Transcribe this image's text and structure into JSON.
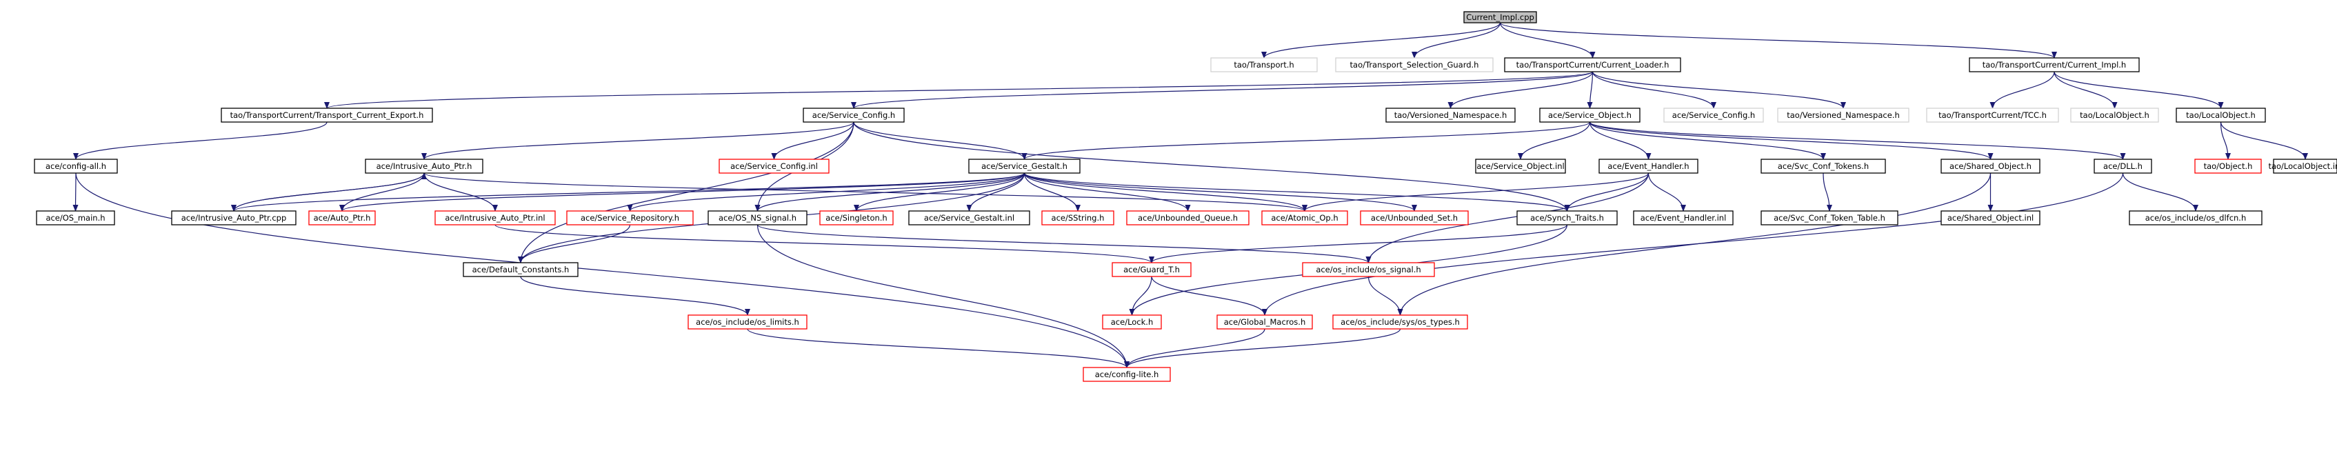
{
  "diagram": {
    "root": "n0",
    "nodes": [
      {
        "id": "n0",
        "label": "Current_Impl.cpp",
        "style": "root"
      },
      {
        "id": "n1",
        "label": "tao/Transport.h",
        "style": "grey"
      },
      {
        "id": "n2",
        "label": "tao/Transport_Selection_Guard.h",
        "style": "grey"
      },
      {
        "id": "n3",
        "label": "tao/TransportCurrent/Current_Loader.h",
        "style": "black"
      },
      {
        "id": "n4",
        "label": "tao/TransportCurrent/Current_Impl.h",
        "style": "black"
      },
      {
        "id": "n5",
        "label": "tao/TransportCurrent/Transport_Current_Export.h",
        "style": "black"
      },
      {
        "id": "n6",
        "label": "ace/Service_Config.h",
        "style": "black"
      },
      {
        "id": "n7",
        "label": "tao/Versioned_Namespace.h",
        "style": "black"
      },
      {
        "id": "n8",
        "label": "ace/Service_Object.h",
        "style": "black"
      },
      {
        "id": "n9",
        "label": "ace/Service_Config.h",
        "style": "grey"
      },
      {
        "id": "n10",
        "label": "tao/Versioned_Namespace.h",
        "style": "grey"
      },
      {
        "id": "n11",
        "label": "tao/TransportCurrent/TCC.h",
        "style": "grey"
      },
      {
        "id": "n12",
        "label": "tao/LocalObject.h",
        "style": "grey"
      },
      {
        "id": "n13",
        "label": "tao/LocalObject.h",
        "style": "black"
      },
      {
        "id": "n14",
        "label": "ace/config-all.h",
        "style": "black"
      },
      {
        "id": "n15",
        "label": "ace/Intrusive_Auto_Ptr.h",
        "style": "black"
      },
      {
        "id": "n16",
        "label": "ace/Service_Config.inl",
        "style": "red"
      },
      {
        "id": "n17",
        "label": "ace/Service_Gestalt.h",
        "style": "black"
      },
      {
        "id": "n18",
        "label": "ace/Service_Object.inl",
        "style": "black"
      },
      {
        "id": "n19",
        "label": "ace/Event_Handler.h",
        "style": "black"
      },
      {
        "id": "n20",
        "label": "ace/Svc_Conf_Tokens.h",
        "style": "black"
      },
      {
        "id": "n21",
        "label": "ace/Shared_Object.h",
        "style": "black"
      },
      {
        "id": "n22",
        "label": "ace/DLL.h",
        "style": "black"
      },
      {
        "id": "n23",
        "label": "tao/Object.h",
        "style": "red"
      },
      {
        "id": "n24",
        "label": "tao/LocalObject.inl",
        "style": "black"
      },
      {
        "id": "n25",
        "label": "ace/OS_main.h",
        "style": "black"
      },
      {
        "id": "n26",
        "label": "ace/Intrusive_Auto_Ptr.cpp",
        "style": "black"
      },
      {
        "id": "n27",
        "label": "ace/Auto_Ptr.h",
        "style": "red"
      },
      {
        "id": "n28",
        "label": "ace/Intrusive_Auto_Ptr.inl",
        "style": "red"
      },
      {
        "id": "n29",
        "label": "ace/Service_Repository.h",
        "style": "red"
      },
      {
        "id": "n30",
        "label": "ace/OS_NS_signal.h",
        "style": "black"
      },
      {
        "id": "n31",
        "label": "ace/Singleton.h",
        "style": "red"
      },
      {
        "id": "n32",
        "label": "ace/Service_Gestalt.inl",
        "style": "black"
      },
      {
        "id": "n33",
        "label": "ace/SString.h",
        "style": "red"
      },
      {
        "id": "n34",
        "label": "ace/Unbounded_Queue.h",
        "style": "red"
      },
      {
        "id": "n35",
        "label": "ace/Atomic_Op.h",
        "style": "red"
      },
      {
        "id": "n36",
        "label": "ace/Unbounded_Set.h",
        "style": "red"
      },
      {
        "id": "n37",
        "label": "ace/Synch_Traits.h",
        "style": "black"
      },
      {
        "id": "n38",
        "label": "ace/Event_Handler.inl",
        "style": "black"
      },
      {
        "id": "n39",
        "label": "ace/Svc_Conf_Token_Table.h",
        "style": "black"
      },
      {
        "id": "n40",
        "label": "ace/Shared_Object.inl",
        "style": "black"
      },
      {
        "id": "n41",
        "label": "ace/os_include/os_dlfcn.h",
        "style": "black"
      },
      {
        "id": "n42",
        "label": "ace/Default_Constants.h",
        "style": "black"
      },
      {
        "id": "n43",
        "label": "ace/Guard_T.h",
        "style": "red"
      },
      {
        "id": "n44",
        "label": "ace/os_include/os_signal.h",
        "style": "red"
      },
      {
        "id": "n45",
        "label": "ace/os_include/os_limits.h",
        "style": "red"
      },
      {
        "id": "n46",
        "label": "ace/Lock.h",
        "style": "red"
      },
      {
        "id": "n47",
        "label": "ace/Global_Macros.h",
        "style": "red"
      },
      {
        "id": "n48",
        "label": "ace/os_include/sys/os_types.h",
        "style": "red"
      },
      {
        "id": "n49",
        "label": "ace/config-lite.h",
        "style": "red"
      }
    ],
    "edges": [
      [
        "n0",
        "n1"
      ],
      [
        "n0",
        "n2"
      ],
      [
        "n0",
        "n3"
      ],
      [
        "n0",
        "n4"
      ],
      [
        "n3",
        "n5"
      ],
      [
        "n3",
        "n6"
      ],
      [
        "n3",
        "n7"
      ],
      [
        "n3",
        "n8"
      ],
      [
        "n3",
        "n9"
      ],
      [
        "n3",
        "n10"
      ],
      [
        "n4",
        "n11"
      ],
      [
        "n4",
        "n12"
      ],
      [
        "n4",
        "n13"
      ],
      [
        "n13",
        "n23"
      ],
      [
        "n13",
        "n24"
      ],
      [
        "n5",
        "n14"
      ],
      [
        "n14",
        "n25"
      ],
      [
        "n14",
        "n49"
      ],
      [
        "n6",
        "n15"
      ],
      [
        "n6",
        "n16"
      ],
      [
        "n6",
        "n17"
      ],
      [
        "n6",
        "n30"
      ],
      [
        "n6",
        "n42"
      ],
      [
        "n6",
        "n37"
      ],
      [
        "n8",
        "n17"
      ],
      [
        "n8",
        "n18"
      ],
      [
        "n8",
        "n19"
      ],
      [
        "n8",
        "n20"
      ],
      [
        "n8",
        "n21"
      ],
      [
        "n8",
        "n22"
      ],
      [
        "n15",
        "n26"
      ],
      [
        "n15",
        "n27"
      ],
      [
        "n15",
        "n28"
      ],
      [
        "n15",
        "n35"
      ],
      [
        "n26",
        "n15"
      ],
      [
        "n17",
        "n26"
      ],
      [
        "n17",
        "n27"
      ],
      [
        "n17",
        "n29"
      ],
      [
        "n17",
        "n30"
      ],
      [
        "n17",
        "n31"
      ],
      [
        "n17",
        "n32"
      ],
      [
        "n17",
        "n33"
      ],
      [
        "n17",
        "n34"
      ],
      [
        "n17",
        "n35"
      ],
      [
        "n17",
        "n36"
      ],
      [
        "n17",
        "n37"
      ],
      [
        "n17",
        "n42"
      ],
      [
        "n19",
        "n35"
      ],
      [
        "n19",
        "n37"
      ],
      [
        "n19",
        "n38"
      ],
      [
        "n19",
        "n44"
      ],
      [
        "n20",
        "n39"
      ],
      [
        "n21",
        "n40"
      ],
      [
        "n21",
        "n48"
      ],
      [
        "n22",
        "n41"
      ],
      [
        "n22",
        "n47"
      ],
      [
        "n29",
        "n42"
      ],
      [
        "n28",
        "n43"
      ],
      [
        "n30",
        "n44"
      ],
      [
        "n30",
        "n49"
      ],
      [
        "n37",
        "n43"
      ],
      [
        "n37",
        "n46"
      ],
      [
        "n42",
        "n45"
      ],
      [
        "n43",
        "n46"
      ],
      [
        "n43",
        "n47"
      ],
      [
        "n44",
        "n48"
      ],
      [
        "n45",
        "n49"
      ],
      [
        "n47",
        "n49"
      ],
      [
        "n48",
        "n49"
      ]
    ]
  }
}
